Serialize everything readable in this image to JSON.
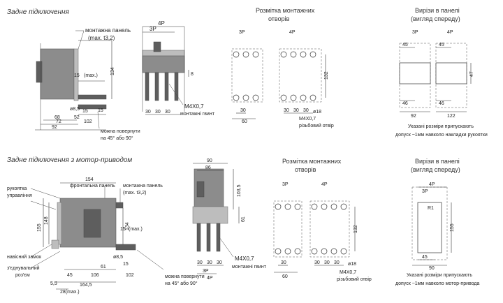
{
  "top": {
    "title": "Задне підключення",
    "side": {
      "panel": "монтажна панель",
      "panel_note": "(max. t3,2)",
      "max": "(max.)",
      "d134": "134",
      "d15": "15",
      "d8_5": "ø8,5",
      "d15b": "15",
      "d15c": "15",
      "d52": "52",
      "d68": "68",
      "d72": "72",
      "d92": "92",
      "d102": "102",
      "handle_note": "можна повернути\nна 45° або 90°"
    },
    "front": {
      "d4P": "4P",
      "d3P": "3P",
      "d8": "8",
      "d30a": "30",
      "d30b": "30",
      "d30c": "30",
      "screw": "M4X0,7",
      "screw_note": "монтажні гвинт"
    },
    "holes": {
      "header1": "Розмітка монтажних",
      "header2": "отворів",
      "p3": "3P",
      "p4": "4P",
      "d132": "132",
      "d30": "30",
      "d60": "60",
      "d30b": "30",
      "d30c": "30",
      "d30d": "30",
      "d18": "ø18",
      "m4": "M4X0,7",
      "threaded": "різьбовий отвір"
    },
    "cut": {
      "header1": "Вирізи в панелі",
      "header2": "(вигляд спереду)",
      "p3": "3P",
      "p4": "4P",
      "d45": "45",
      "d45b": "45",
      "d46": "46",
      "d46b": "46",
      "d92": "92",
      "d122": "122",
      "d47": "47",
      "note1": "Указані розміри припускають",
      "note2": "допуск ~1мм навколо накладки рукоятки"
    }
  },
  "bottom": {
    "title": "Задне підключення з мотор-приводом",
    "side": {
      "handle": "рукоятка",
      "handle2": "управління",
      "lock": "навісний замок",
      "connector": "з'єднувальний",
      "connector2": "роз'єм",
      "frontal": "фронтальна панель",
      "panel": "монтажна панель",
      "panel_note": "(max. t3,2)",
      "d154": "154",
      "d155": "155",
      "d148": "148",
      "d134": "134",
      "d15": "15",
      "max": "(max.)",
      "d8_5": "ø8,5",
      "d15b": "15",
      "d61": "61",
      "d45": "45",
      "d106": "106",
      "d102": "102",
      "d164_5": "164,5",
      "d28": "28(max.)",
      "d5_5": "5,5",
      "rotate_note": "можна повернути\nна 45° або 90°"
    },
    "front": {
      "d90": "90",
      "d86": "86",
      "d103_5": "103,5",
      "d61": "61",
      "d30a": "30",
      "d30b": "30",
      "d30c": "30",
      "d3P": "3P",
      "d4P": "4P",
      "screw": "M4X0,7",
      "screw_note": "монтажні гвинт"
    },
    "holes": {
      "header1": "Розмітка монтажних",
      "header2": "отворів",
      "p3": "3P",
      "p4": "4P",
      "d132": "132",
      "d30": "30",
      "d60": "60",
      "d30b": "30",
      "d30c": "30",
      "d30d": "30",
      "d18": "ø18",
      "m4": "M4X0,7",
      "threaded": "різьбовий отвір"
    },
    "cut": {
      "header1": "Вирізи в панелі",
      "header2": "(вигляд спереду)",
      "p4": "4P",
      "p3": "3P",
      "r": "R1",
      "d155": "155",
      "d45": "45",
      "d90": "90",
      "note1": "Указані розміри припускають",
      "note2": "допуск ~1мм навколо мотор-привода"
    }
  }
}
